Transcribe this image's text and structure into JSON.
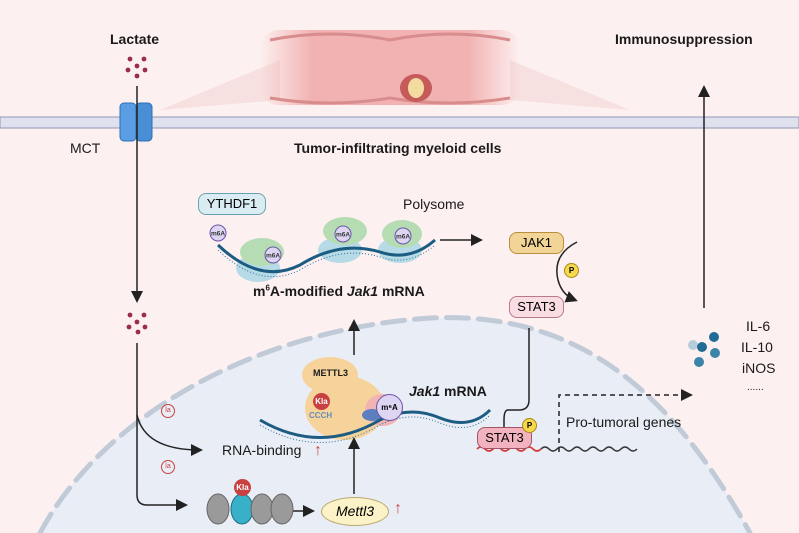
{
  "labels": {
    "lactate": "Lactate",
    "immunosuppression": "Immunosuppression",
    "mct": "MCT",
    "cell_type": "Tumor-infiltrating myeloid cells",
    "ythdf1": "YTHDF1",
    "polysome": "Polysome",
    "m6a_mrna_prefix": "m",
    "m6a_mrna_sup": "6",
    "m6a_mrna_mid": "A-modified ",
    "m6a_mrna_gene": "Jak1",
    "m6a_mrna_suffix": " mRNA",
    "jak1": "JAK1",
    "stat3": "STAT3",
    "stat3_nuclear": "STAT3",
    "phospho": "P",
    "cytokines": [
      "IL-6",
      "IL-10",
      "iNOS",
      "......"
    ],
    "mettl3_protein": "METTL3",
    "kla": "Kla",
    "ccch": "CCCH",
    "m6a_badge": "m⁶A",
    "jak1_mrna_gene": "Jak1",
    "jak1_mrna_suffix": " mRNA",
    "la": "la",
    "rna_binding": "RNA-binding",
    "mettl3_gene": "Mettl3",
    "pro_tumoral": "Pro-tumoral genes",
    "up_arrow": "↑"
  },
  "colors": {
    "background": "#fdf0f0",
    "nucleus": "#e9edf6",
    "lactate_dot": "#9b2c4a",
    "mct": "#4a8fd6",
    "jak1_fill": "#f2d596",
    "stat3_fill": "#f9dde3",
    "phospho": "#f7d84a",
    "kla": "#c94040",
    "up_arrow": "#c94c4c"
  }
}
